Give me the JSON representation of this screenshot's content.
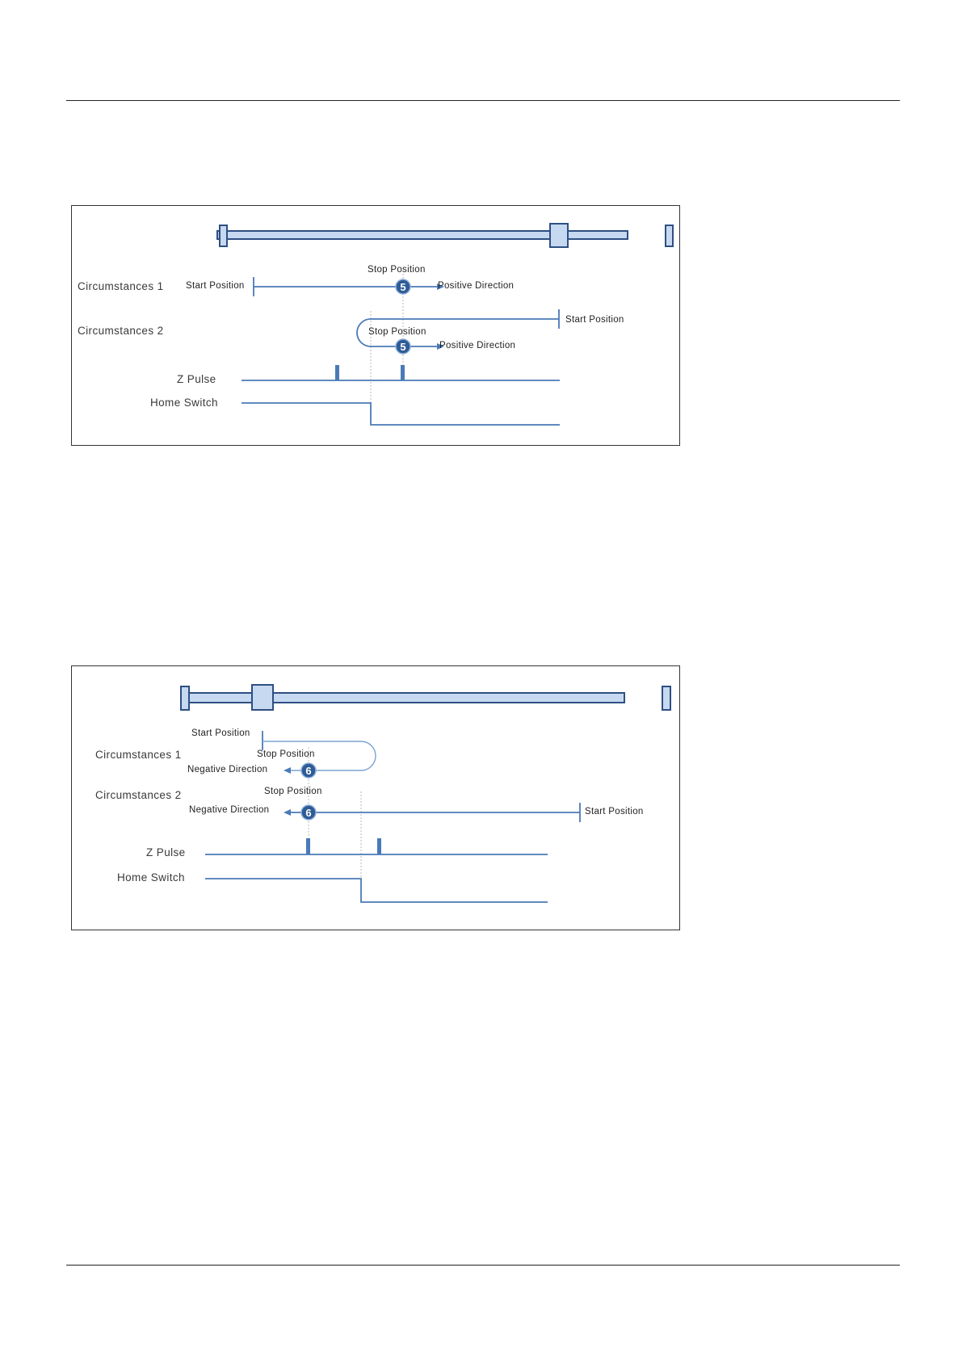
{
  "figure1": {
    "circ1_label": "Circumstances 1",
    "circ2_label": "Circumstances 2",
    "start_position_1": "Start Position",
    "stop_position_1": "Stop Position",
    "positive_direction_1": "Positive Direction",
    "start_position_2": "Start Position",
    "stop_position_2": "Stop Position",
    "positive_direction_2": "Positive Direction",
    "badge_1": "5",
    "badge_2": "5",
    "z_pulse_label": "Z Pulse",
    "home_switch_label": "Home Switch"
  },
  "figure2": {
    "circ1_label": "Circumstances 1",
    "circ2_label": "Circumstances 2",
    "start_position_1": "Start Position",
    "stop_position_1": "Stop Position",
    "negative_direction_1": "Negative Direction",
    "stop_position_2": "Stop Position",
    "negative_direction_2": "Negative Direction",
    "start_position_2": "Start Position",
    "badge_1": "6",
    "badge_2": "6",
    "z_pulse_label": "Z Pulse",
    "home_switch_label": "Home Switch"
  },
  "colors": {
    "signal": "#4a7ab8",
    "rail_fill": "#c6d9f1",
    "rail_stroke": "#2e4f82",
    "badge": "#2e5c95"
  }
}
